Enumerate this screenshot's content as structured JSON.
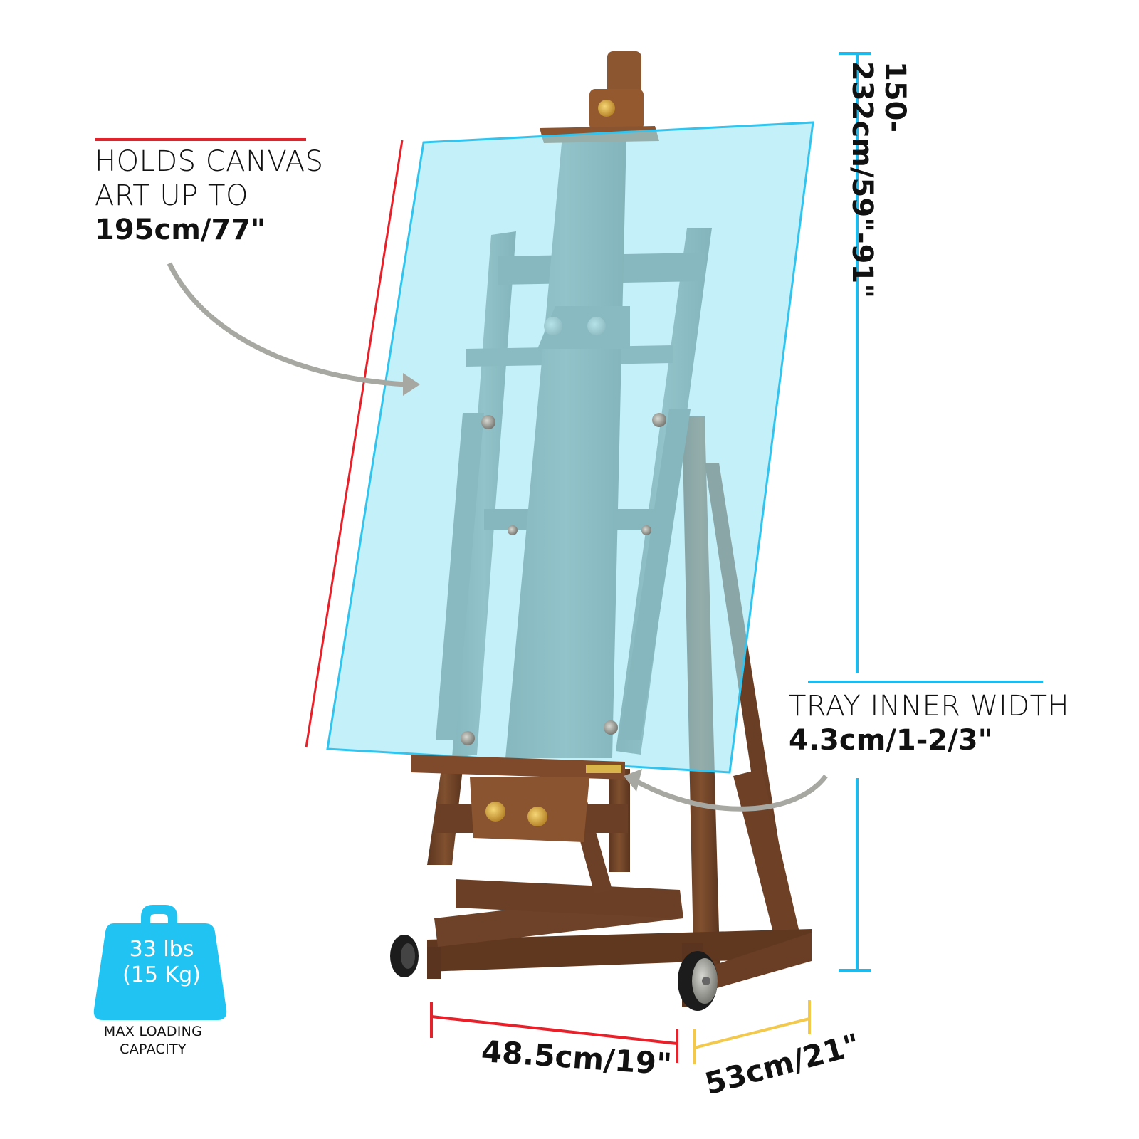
{
  "product": {
    "type": "studio-easel-dimension-infographic",
    "colors": {
      "canvas_fill": "#bff0fb",
      "canvas_edge": "#31c4ef",
      "accent_red": "#e8202a",
      "accent_blue": "#21b8ea",
      "accent_yellow": "#f2c94c",
      "arrow_gray": "#a8a8a2",
      "wood_brown": "#7a4a2e",
      "wood_gray": "#6b7a72",
      "brass": "#d8a93a"
    }
  },
  "callouts": {
    "canvas": {
      "line1": "HOLDS CANVAS",
      "line2": "ART UP TO",
      "value": "195cm/77\""
    },
    "tray": {
      "line1": "TRAY INNER WIDTH",
      "value": "4.3cm/1-2/3\""
    },
    "height": {
      "value": "150-232cm/59\"-91\""
    },
    "width": {
      "value": "48.5cm/19\""
    },
    "depth": {
      "value": "53cm/21\""
    }
  },
  "badge": {
    "icon": "kettlebell-weight-icon",
    "line1": "33 lbs",
    "line2": "(15 Kg)",
    "caption_line1": "MAX LOADING",
    "caption_line2": "CAPACITY"
  }
}
